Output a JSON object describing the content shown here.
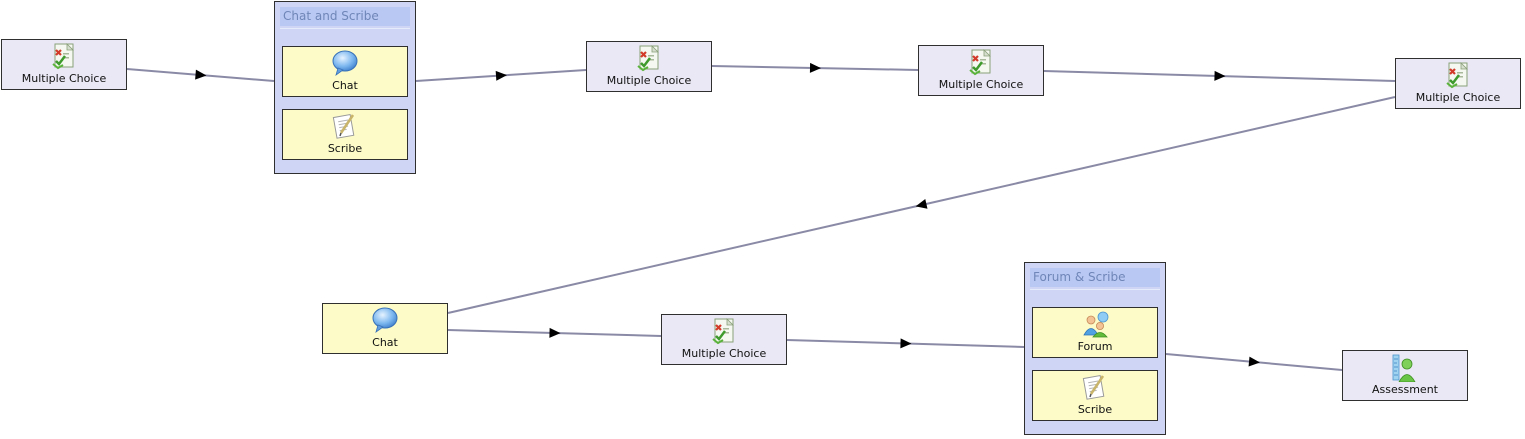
{
  "diagram": {
    "colors": {
      "edge": "#8a8aa6",
      "arrow": "#000000",
      "activity_fill": "#eae8f4",
      "yellow_fill": "#fdfcc9",
      "group_fill": "#cfd6f5",
      "group_title_fill": "#b9c8f2",
      "group_title_text": "#6f86b8"
    },
    "nodes": [
      {
        "id": "mc1",
        "label": "Multiple Choice",
        "icon": "multiple-choice-icon"
      },
      {
        "id": "group1",
        "title": "Chat and Scribe",
        "children": [
          {
            "id": "g1-chat",
            "label": "Chat",
            "icon": "chat-bubble-icon"
          },
          {
            "id": "g1-scribe",
            "label": "Scribe",
            "icon": "scribe-icon"
          }
        ]
      },
      {
        "id": "mc2",
        "label": "Multiple Choice",
        "icon": "multiple-choice-icon"
      },
      {
        "id": "mc3",
        "label": "Multiple Choice",
        "icon": "multiple-choice-icon"
      },
      {
        "id": "mc4",
        "label": "Multiple Choice",
        "icon": "multiple-choice-icon"
      },
      {
        "id": "chat2",
        "label": "Chat",
        "icon": "chat-bubble-icon"
      },
      {
        "id": "mc5",
        "label": "Multiple Choice",
        "icon": "multiple-choice-icon"
      },
      {
        "id": "group2",
        "title": "Forum & Scribe",
        "children": [
          {
            "id": "g2-forum",
            "label": "Forum",
            "icon": "forum-icon"
          },
          {
            "id": "g2-scribe",
            "label": "Scribe",
            "icon": "scribe-icon"
          }
        ]
      },
      {
        "id": "assess",
        "label": "Assessment",
        "icon": "assessment-icon"
      }
    ],
    "edges": [
      {
        "from": "mc1",
        "to": "group1"
      },
      {
        "from": "group1",
        "to": "mc2"
      },
      {
        "from": "mc2",
        "to": "mc3"
      },
      {
        "from": "mc3",
        "to": "mc4"
      },
      {
        "from": "mc4",
        "to": "chat2"
      },
      {
        "from": "chat2",
        "to": "mc5"
      },
      {
        "from": "mc5",
        "to": "group2"
      },
      {
        "from": "group2",
        "to": "assess"
      }
    ]
  }
}
